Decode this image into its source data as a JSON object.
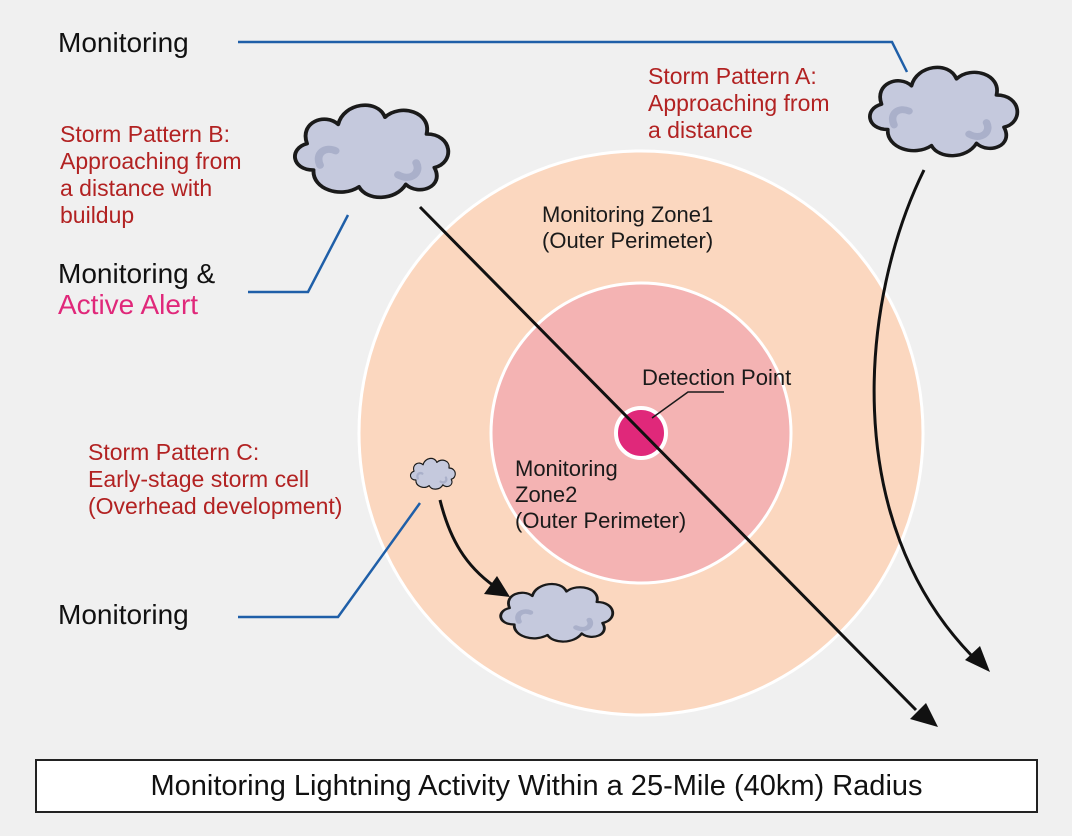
{
  "colors": {
    "background": "#f0f0f0",
    "outer_zone": "#fbd7bf",
    "inner_zone": "#f4b3b3",
    "detection_point": "#e0287a",
    "leader_blue": "#1f5fa8",
    "pattern_text": "#b22222",
    "alert_text": "#e0287a",
    "cloud_fill": "#c5c9dd"
  },
  "labels": {
    "monitoring_a": "Monitoring",
    "pattern_a": [
      "Storm Pattern A:",
      "Approaching from",
      "a distance"
    ],
    "pattern_b": [
      "Storm Pattern B:",
      "Approaching from",
      "a distance with",
      "buildup"
    ],
    "monitoring_b": "Monitoring &",
    "active_alert": "Active Alert",
    "pattern_c": [
      "Storm Pattern C:",
      "Early-stage storm cell",
      "(Overhead development)"
    ],
    "monitoring_c": "Monitoring",
    "zone1": [
      "Monitoring Zone1",
      "(Outer Perimeter)"
    ],
    "zone2": [
      "Monitoring",
      "Zone2",
      "(Outer Perimeter)"
    ],
    "detection_point": "Detection Point"
  },
  "caption": "Monitoring Lightning Activity Within a 25-Mile (40km) Radius"
}
